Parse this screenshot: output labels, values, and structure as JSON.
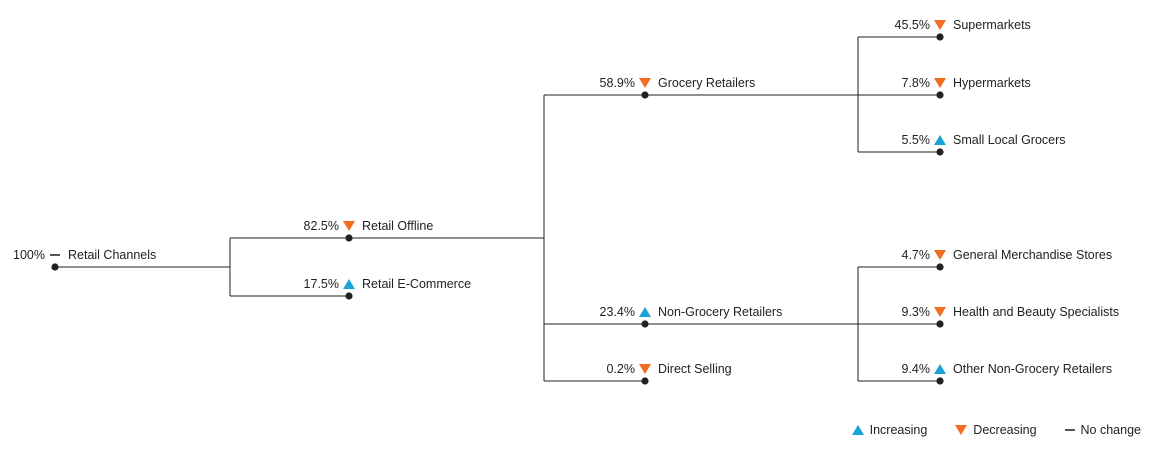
{
  "colors": {
    "increasing": "#1aa3d6",
    "decreasing": "#f26d21",
    "no_change": "#555555",
    "line": "#222222"
  },
  "tree": {
    "share": "100%",
    "trend": "no_change",
    "label": "Retail Channels",
    "children": [
      {
        "share": "82.5%",
        "trend": "decreasing",
        "label": "Retail Offline",
        "children": [
          {
            "share": "58.9%",
            "trend": "decreasing",
            "label": "Grocery Retailers",
            "children": [
              {
                "share": "45.5%",
                "trend": "decreasing",
                "label": "Supermarkets"
              },
              {
                "share": "7.8%",
                "trend": "decreasing",
                "label": "Hypermarkets"
              },
              {
                "share": "5.5%",
                "trend": "increasing",
                "label": "Small Local Grocers"
              }
            ]
          },
          {
            "share": "23.4%",
            "trend": "increasing",
            "label": "Non-Grocery Retailers",
            "children": [
              {
                "share": "4.7%",
                "trend": "decreasing",
                "label": "General Merchandise Stores"
              },
              {
                "share": "9.3%",
                "trend": "decreasing",
                "label": "Health and Beauty Specialists"
              },
              {
                "share": "9.4%",
                "trend": "increasing",
                "label": "Other Non-Grocery Retailers"
              }
            ]
          },
          {
            "share": "0.2%",
            "trend": "decreasing",
            "label": "Direct Selling"
          }
        ]
      },
      {
        "share": "17.5%",
        "trend": "increasing",
        "label": "Retail E-Commerce"
      }
    ]
  },
  "legend": {
    "increasing": "Increasing",
    "decreasing": "Decreasing",
    "no_change": "No change"
  }
}
